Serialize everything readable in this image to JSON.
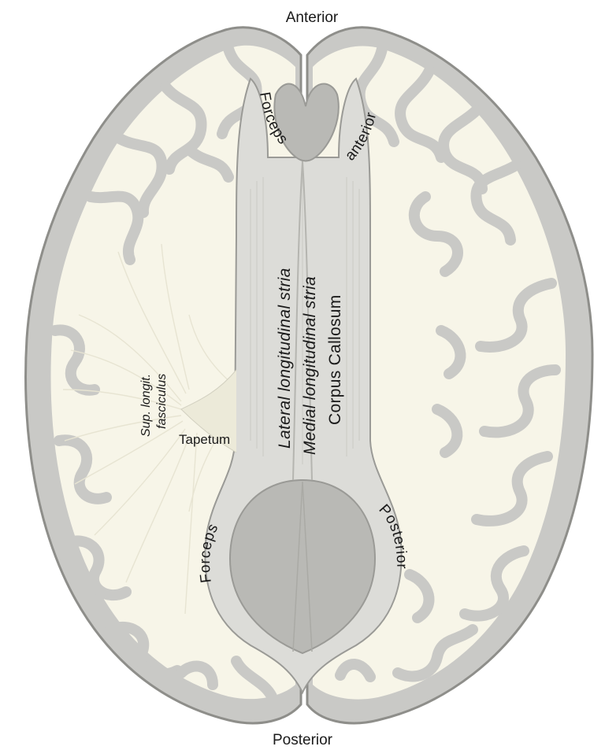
{
  "labels": {
    "anterior_top": "Anterior",
    "posterior_bottom": "Posterior",
    "forceps_anterior_left": "Forceps",
    "forceps_anterior_right": "anterior",
    "forceps_posterior_left": "Forceps",
    "forceps_posterior_right": "Posterior",
    "lateral_stria": "Lateral longitudinal stria",
    "medial_stria": "Medial longitudinal stria",
    "corpus_callosum": "Corpus Callosum",
    "sup_fasciculus_line1": "Sup. longit.",
    "sup_fasciculus_line2": "fasciculus",
    "tapetum": "Tapetum"
  },
  "colors": {
    "cortex_gray": "#c9c9c6",
    "cortex_outline": "#8e8e8a",
    "white_matter": "#f7f5e8",
    "callosum": "#dcdcd8",
    "ventricle": "#b9b9b5",
    "text": "#1a1a1a"
  }
}
